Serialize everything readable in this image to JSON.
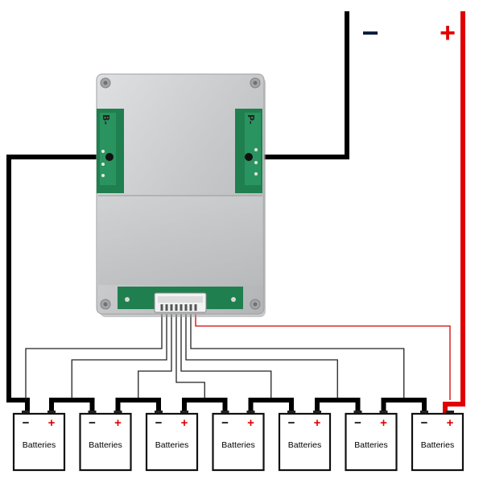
{
  "terminals": {
    "negative_sign": "−",
    "positive_sign": "+"
  },
  "bms_board": {
    "pad_b_label": "B-",
    "pad_p_label": "P-"
  },
  "battery_cell": {
    "label": "Batteries",
    "neg_sign": "−",
    "pos_sign": "+"
  },
  "battery_count": 7,
  "colors": {
    "negative_wire": "#000000",
    "positive_wire": "#e00000",
    "balance_wire": "#222222",
    "balance_wire_red": "#d40000",
    "board_metal": "#c9cbcd",
    "board_pcb": "#1f7f4f",
    "connector": "#f2f2f2",
    "minus_sign": "#0a1a3a",
    "plus_sign": "#e00000"
  }
}
